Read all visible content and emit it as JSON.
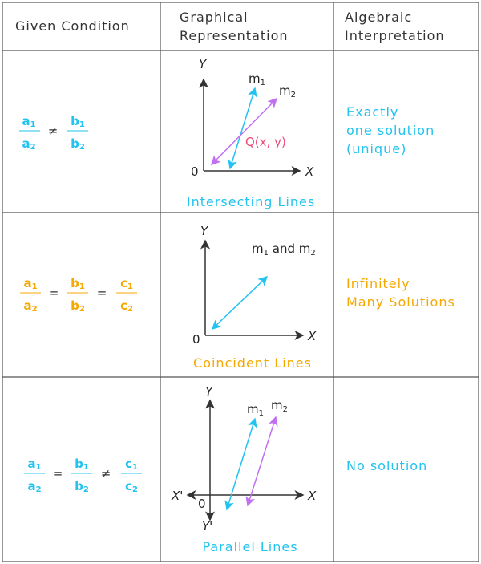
{
  "headers": {
    "condition": "Given Condition",
    "graph_line1": "Graphical",
    "graph_line2": "Representation",
    "alg_line1": "Algebraic",
    "alg_line2": "Interpretation"
  },
  "rows": [
    {
      "cond": {
        "n1": "a",
        "s1": "1",
        "d1": "a",
        "s2": "2",
        "op1": "≠",
        "n2": "b",
        "s3": "1",
        "d2": "b",
        "s4": "2"
      },
      "graph": {
        "y": "Y",
        "x": "X",
        "o": "0",
        "m1": "m",
        "m1s": "1",
        "m2": "m",
        "m2s": "2",
        "point": "Q(x, y)"
      },
      "caption": "Intersecting Lines",
      "alg1": "Exactly",
      "alg2": "one solution",
      "alg3": "(unique)"
    },
    {
      "cond": {
        "n1": "a",
        "s1": "1",
        "d1": "a",
        "s2": "2",
        "op1": "=",
        "n2": "b",
        "s3": "1",
        "d2": "b",
        "s4": "2",
        "op2": "=",
        "n3": "c",
        "s5": "1",
        "d3": "c",
        "s6": "2"
      },
      "graph": {
        "y": "Y",
        "x": "X",
        "o": "0",
        "label": "m",
        "s1": "1",
        "and": "and",
        "label2": "m",
        "s2": "2"
      },
      "caption": "Coincident Lines",
      "alg1": "Infinitely",
      "alg2": "Many Solutions"
    },
    {
      "cond": {
        "n1": "a",
        "s1": "1",
        "d1": "a",
        "s2": "2",
        "op1": "=",
        "n2": "b",
        "s3": "1",
        "d2": "b",
        "s4": "2",
        "op2": "≠",
        "n3": "c",
        "s5": "1",
        "d3": "c",
        "s6": "2"
      },
      "graph": {
        "y": "Y",
        "yp": "Y'",
        "x": "X",
        "xp": "X'",
        "o": "0",
        "m1": "m",
        "m1s": "1",
        "m2": "m",
        "m2s": "2"
      },
      "caption": "Parallel Lines",
      "alg1": "No solution"
    }
  ],
  "colors": {
    "cyan": "#22c3f0",
    "orange": "#f5a800",
    "purple": "#c070f0",
    "pink": "#f04a78",
    "grid": "#555555"
  }
}
